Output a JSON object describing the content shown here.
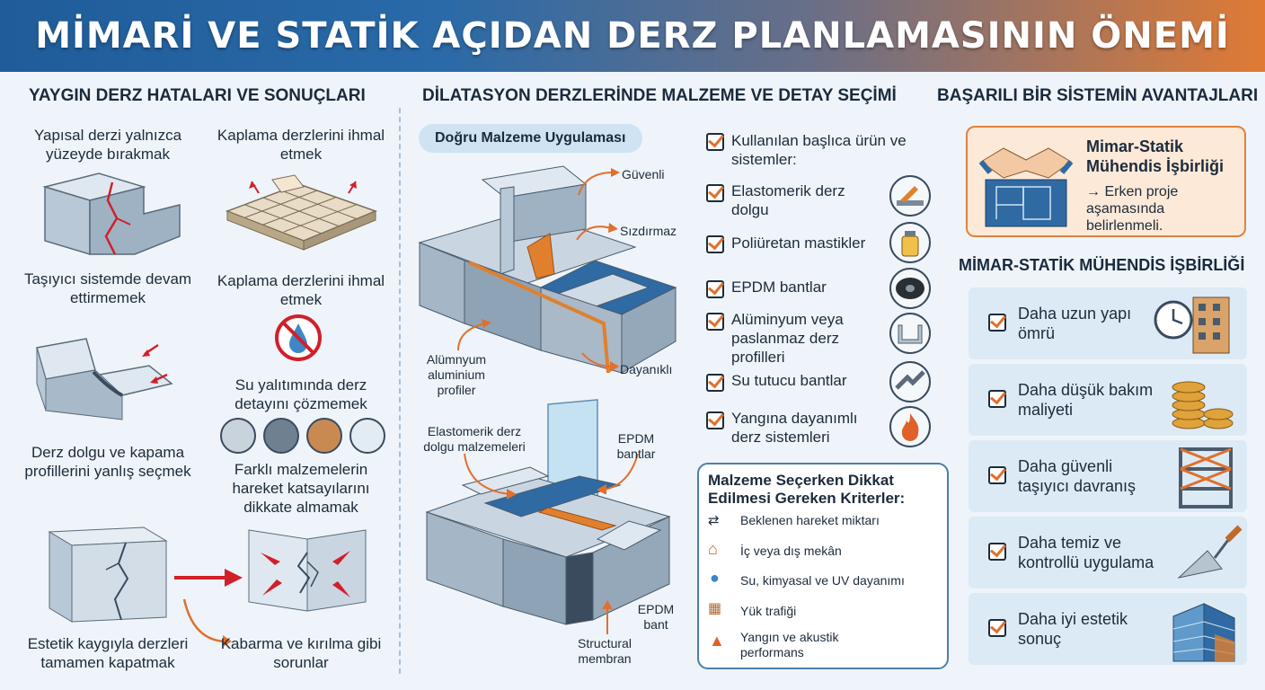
{
  "title": "MİMARİ VE STATİK AÇIDAN DERZ PLANLAMASININ ÖNEMİ",
  "left": {
    "heading": "YAYGIN DERZ HATALARI VE SONUÇLARI",
    "items": [
      "Yapısal derzi yalnızca yüzeyde bırakmak",
      "Kaplama derzlerini ihmal etmek",
      "Taşıyıcı sistemde devam ettirmemek",
      "Kaplama derzlerini ihmal etmek",
      "Su yalıtımında derz detayını çözmemek",
      "Derz dolgu ve kapama profillerini yanlış seçmek",
      "Farklı malzemelerin hareket katsayılarını dikkate almamak",
      "Estetik kaygıyla derzleri tamamen kapatmak",
      "Kabarma ve kırılma gibi sorunlar"
    ]
  },
  "middle": {
    "heading": "DİLATASYON DERZLERİNDE MALZEME VE DETAY SEÇİMİ",
    "pill": "Doğru Malzeme Uygulaması",
    "top_labels": {
      "guvenli": "Güvenli",
      "sizdirmaz": "Sızdırmaz",
      "dayanikli": "Dayanıklı",
      "aluminyum": "Alümnyum aluminium profiler"
    },
    "bottom_labels": {
      "elastomerik": "Elastomerik derz dolgu malzemeleri",
      "epdm_bantlar": "EPDM bantlar",
      "epdm_bant": "EPDM bant",
      "membran": "Structural membran"
    },
    "products_heading": "Kullanılan başlıca ürün ve sistemler:",
    "products": [
      "Elastomerik derz dolgu",
      "Poliüretan mastikler",
      "EPDM bantlar",
      "Alüminyum veya paslanmaz derz profilleri",
      "Su tutucu bantlar",
      "Yangına dayanımlı derz sistemleri"
    ],
    "criteria_heading": "Malzeme Seçerken Dikkat Edilmesi Gereken Kriterler:",
    "criteria": [
      "Beklenen hareket miktarı",
      "İç veya dış mekân",
      "Su, kimyasal ve UV dayanımı",
      "Yük trafiği",
      "Yangın ve akustik performans"
    ]
  },
  "right": {
    "heading": "BAŞARILI BİR SİSTEMİN AVANTAJLARI",
    "box_title": "Mimar-Statik Mühendis İşbirliği",
    "box_text": "→ Erken proje aşamasında belirlenmeli.",
    "sub_heading": "MİMAR-STATİK MÜHENDİS İŞBİRLİĞİ",
    "benefits": [
      "Daha uzun yapı ömrü",
      "Daha düşük bakım maliyeti",
      "Daha güvenli taşıyıcı davranış",
      "Daha temiz ve kontrollü uygulama",
      "Daha iyi estetik sonuç"
    ]
  },
  "colors": {
    "accent": "#e0702c",
    "primary": "#1f5c99",
    "panel": "#dceaf5"
  }
}
